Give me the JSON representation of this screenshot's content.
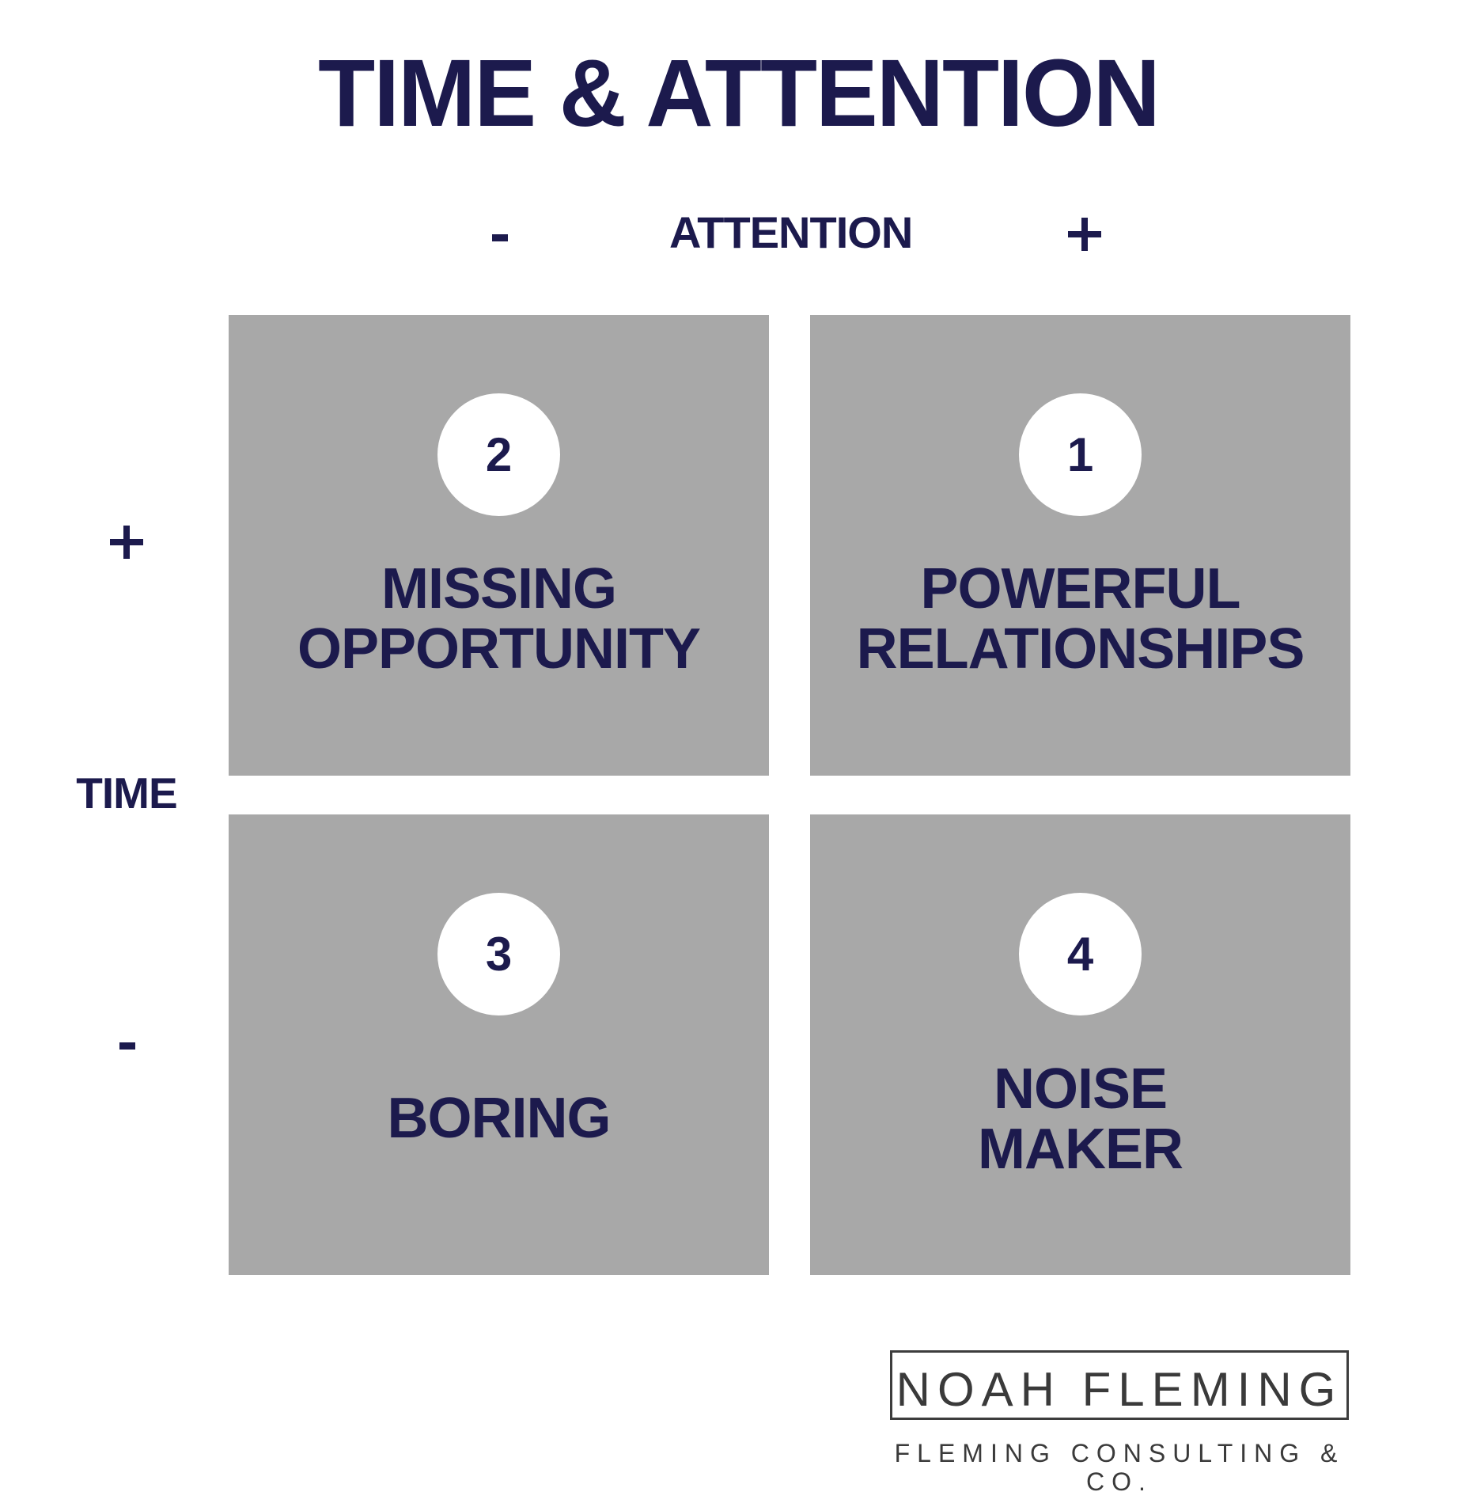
{
  "title": "TIME & ATTENTION",
  "axes": {
    "x": {
      "label": "ATTENTION",
      "low": "-",
      "high": "+"
    },
    "y": {
      "label": "TIME",
      "low": "-",
      "high": "+"
    }
  },
  "quadrants": [
    {
      "number": "2",
      "lines": [
        "MISSING",
        "OPPORTUNITY"
      ],
      "position": "top-left"
    },
    {
      "number": "1",
      "lines": [
        "POWERFUL",
        "RELATIONSHIPS"
      ],
      "position": "top-right"
    },
    {
      "number": "3",
      "lines": [
        "BORING"
      ],
      "position": "bottom-left"
    },
    {
      "number": "4",
      "lines": [
        "NOISE",
        "MAKER"
      ],
      "position": "bottom-right"
    }
  ],
  "brand": {
    "name": "NOAH FLEMING",
    "tagline": "FLEMING CONSULTING & CO."
  },
  "colors": {
    "navy": "#1c1a4d",
    "quadrant_gray": "#a8a8a8",
    "brand_gray": "#3a3a3a",
    "background": "#ffffff"
  }
}
